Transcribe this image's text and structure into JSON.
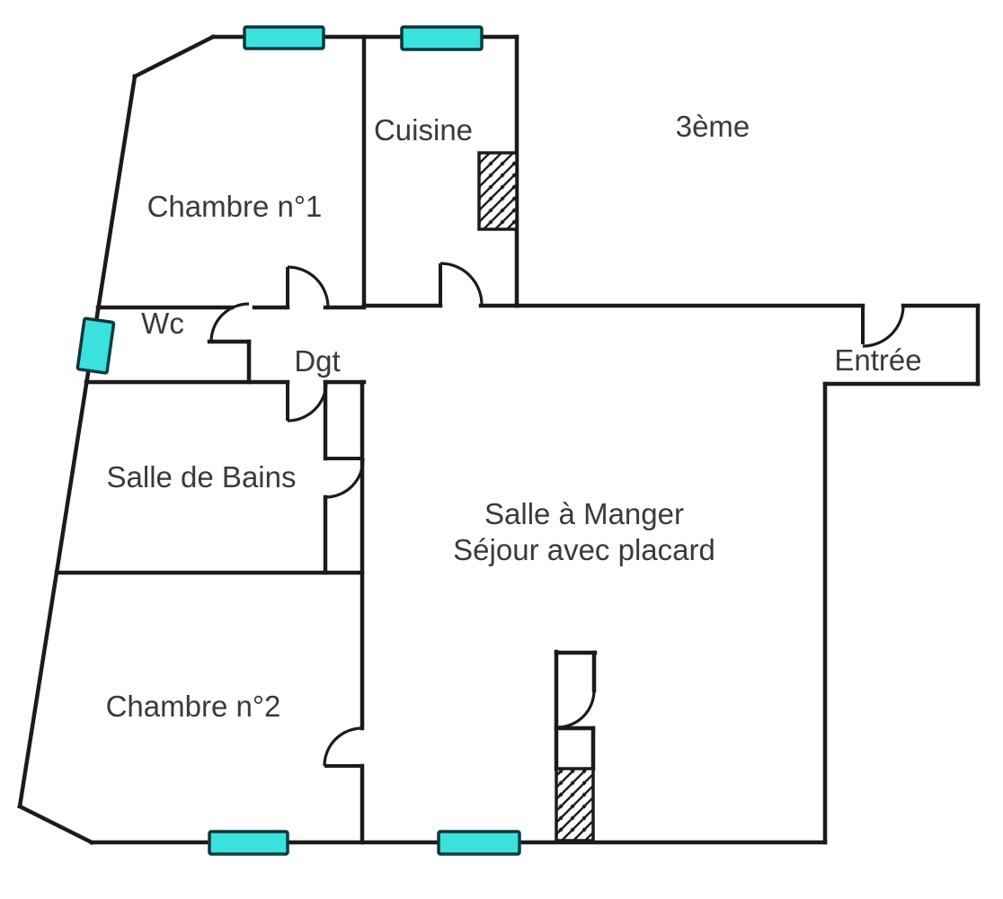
{
  "floor_plan": {
    "floor_label": "3ème",
    "rooms": {
      "cuisine": "Cuisine",
      "chambre1": "Chambre n°1",
      "wc": "Wc",
      "degagement": "Dgt",
      "entree": "Entrée",
      "salle_de_bains": "Salle de Bains",
      "sejour_line1": "Salle à Manger",
      "sejour_line2": "Séjour avec placard",
      "chambre2": "Chambre n°2"
    }
  },
  "colors": {
    "background": "#ffffff",
    "wall": "#1b1b1b",
    "text": "#3a3a3a",
    "window_fill": "#3be1dc",
    "window_border": "#063a3e"
  }
}
